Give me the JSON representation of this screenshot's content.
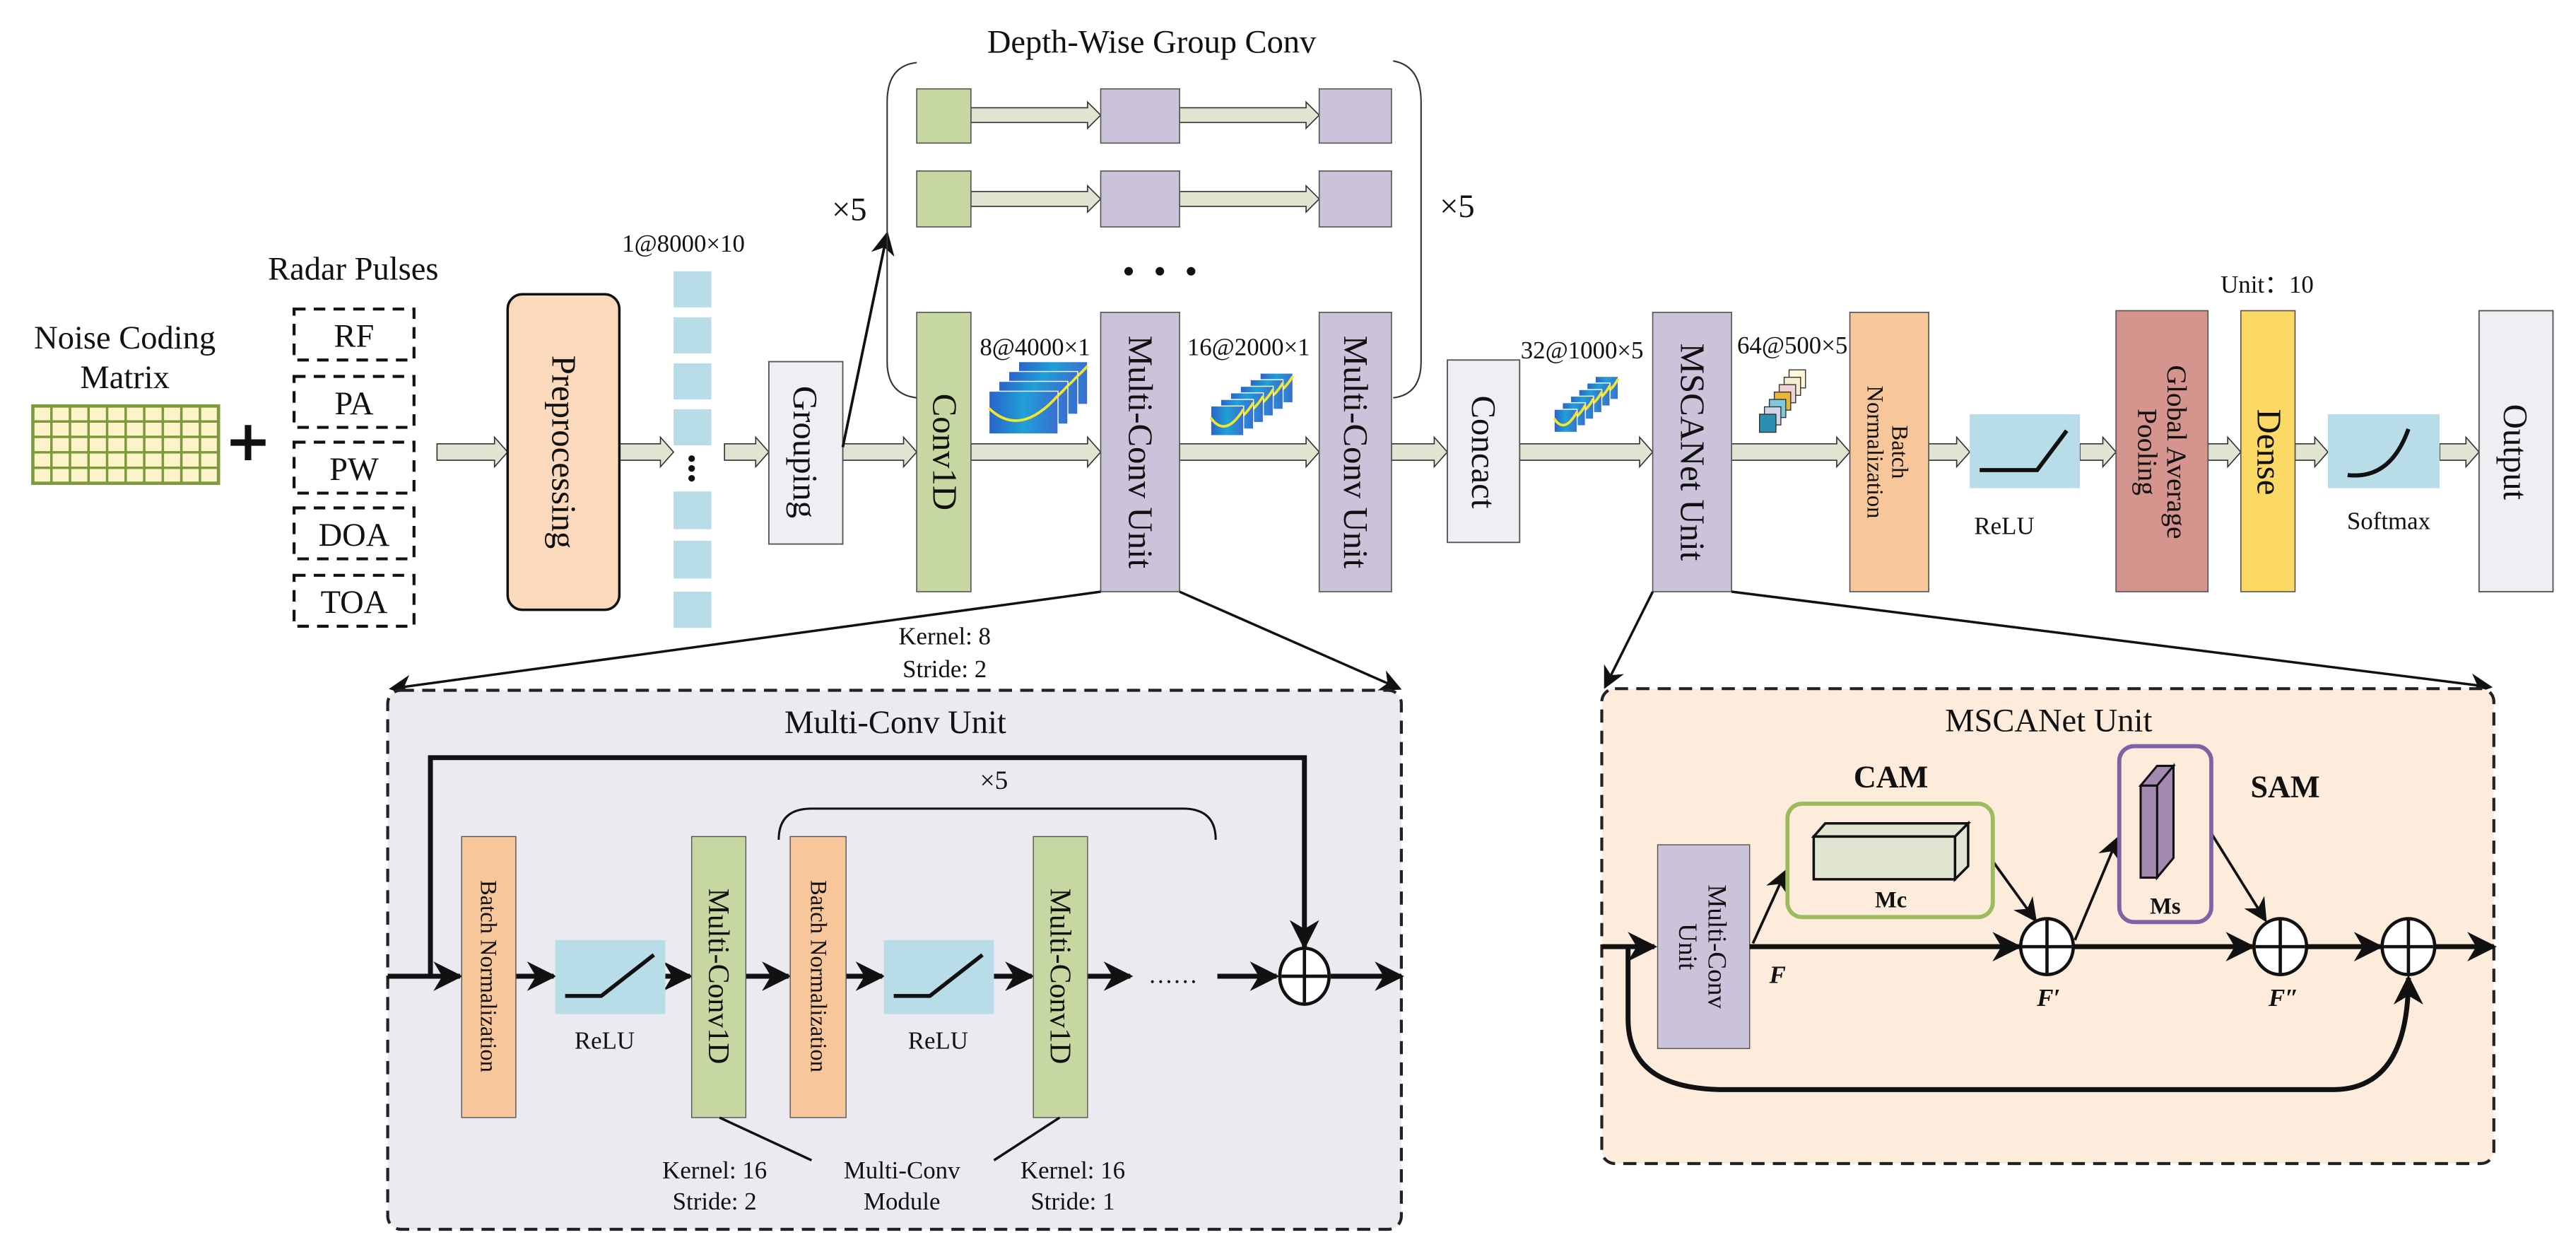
{
  "input": {
    "matrix_label_line1": "Noise Coding",
    "matrix_label_line2": "Matrix",
    "plus": "+",
    "pulses_title": "Radar Pulses",
    "pulses": [
      "RF",
      "PA",
      "PW",
      "DOA",
      "TOA"
    ]
  },
  "pipeline": {
    "preprocessing": "Preprocessing",
    "shape_input": "1@8000×10",
    "grouping": "Grouping",
    "group_title": "Depth-Wise Group Conv",
    "repeat_left": "×5",
    "repeat_right": "×5",
    "conv1d": "Conv1D",
    "shape_conv1d": "8@4000×1",
    "multi_conv_unit_1": "Multi-Conv Unit",
    "shape_mcu1": "16@2000×1",
    "multi_conv_unit_2": "Multi-Conv Unit",
    "concat": "Concact",
    "shape_concat": "32@1000×5",
    "mscanet_unit": "MSCANet Unit",
    "shape_mscanet": "64@500×5",
    "batch_norm_line1": "Batch",
    "batch_norm_line2": "Normalization",
    "relu": "ReLU",
    "gap_line1": "Global Average",
    "gap_line2": "Pooling",
    "dense": "Dense",
    "dense_units": "Unit：10",
    "softmax": "Softmax",
    "output": "Output"
  },
  "multi_conv_detail": {
    "kernel_top": "Kernel: 8",
    "stride_top": "Stride: 2",
    "title": "Multi-Conv Unit",
    "repeat": "×5",
    "batch_norm": "Batch Normalization",
    "relu": "ReLU",
    "multi_conv1d": "Multi-Conv1D",
    "dots": "……",
    "kernel_left": "Kernel: 16",
    "stride_left": "Stride: 2",
    "module_line1": "Multi-Conv",
    "module_line2": "Module",
    "kernel_right": "Kernel: 16",
    "stride_right": "Stride: 1"
  },
  "mscanet_detail": {
    "title": "MSCANet Unit",
    "mcu_line1": "Multi-Conv",
    "mcu_line2": "Unit",
    "cam": "CAM",
    "mc": "Mc",
    "sam": "SAM",
    "ms": "Ms",
    "f": "F",
    "f_prime": "F′",
    "f_double_prime": "F″"
  },
  "colors": {
    "arrow_fill": "#dfe5d1",
    "preprocessing": "#fad9bd",
    "feature_blue": "#b8dde8",
    "gray_box": "#efeef3",
    "conv_green": "#c6d7a1",
    "unit_purple": "#cbc3da",
    "batch_norm": "#f7c69a",
    "gap": "#d6948f",
    "dense": "#fcd864",
    "panel_purple": "#eceaf1",
    "panel_orange": "#fdebdc",
    "cam_border": "#9bbb5e",
    "sam_border": "#7c64a4"
  }
}
